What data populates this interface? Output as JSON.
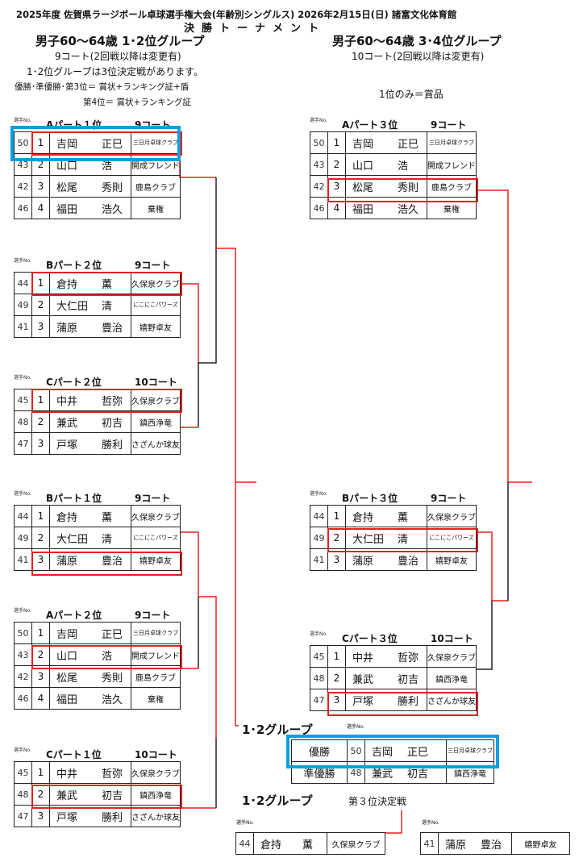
{
  "header": {
    "line1": "2025年度  佐賀県ラージボール卓球選手権大会(年齢別シングルス) 2026年2月15日(日)  諸富文化体育館",
    "title": "決勝トーナメント"
  },
  "left_group": {
    "title": "男子60〜64歳  1･2位グループ",
    "court": "9コート(2回戦以降は変更有)",
    "note": "1･2位グループは3位決定戦があります。",
    "prize1": "優勝･準優勝･第3位＝ 賞状+ランキング証+盾",
    "prize2": "第4位＝ 賞状+ランキング証"
  },
  "right_group": {
    "title": "男子60〜64歳  3･4位グループ",
    "court": "10コート(2回戦以降は変更有)",
    "prize": "1位のみ＝賞品"
  },
  "sel_label": "選手No.",
  "tables": [
    {
      "part": "Aパート１位",
      "court": "9コート",
      "rows": [
        [
          "50",
          "1",
          "吉岡",
          "正巳",
          "三日月卓球クラブ"
        ],
        [
          "43",
          "2",
          "山口",
          "浩",
          "開成フレンド"
        ],
        [
          "42",
          "3",
          "松尾",
          "秀則",
          "鹿島クラブ"
        ],
        [
          "46",
          "4",
          "福田",
          "浩久",
          "棄権"
        ]
      ]
    },
    {
      "part": "Bパート２位",
      "court": "9コート",
      "rows": [
        [
          "44",
          "1",
          "倉持",
          "薫",
          "久保泉クラブ"
        ],
        [
          "49",
          "2",
          "大仁田",
          "清",
          "にこにこパワーズ"
        ],
        [
          "41",
          "3",
          "蒲原",
          "豊治",
          "嬉野卓友"
        ]
      ]
    },
    {
      "part": "Cパート２位",
      "court": "10コート",
      "rows": [
        [
          "45",
          "1",
          "中井",
          "哲弥",
          "久保泉クラブ"
        ],
        [
          "48",
          "2",
          "兼武",
          "初吉",
          "鎮西浄竜"
        ],
        [
          "47",
          "3",
          "戸塚",
          "勝利",
          "さざんか球友"
        ]
      ]
    },
    {
      "part": "Bパート１位",
      "court": "9コート",
      "rows": [
        [
          "44",
          "1",
          "倉持",
          "薫",
          "久保泉クラブ"
        ],
        [
          "49",
          "2",
          "大仁田",
          "清",
          "にこにこパワーズ"
        ],
        [
          "41",
          "3",
          "蒲原",
          "豊治",
          "嬉野卓友"
        ]
      ]
    },
    {
      "part": "Aパート２位",
      "court": "9コート",
      "rows": [
        [
          "50",
          "1",
          "吉岡",
          "正巳",
          "三日月卓球クラブ"
        ],
        [
          "43",
          "2",
          "山口",
          "浩",
          "開成フレンド"
        ],
        [
          "42",
          "3",
          "松尾",
          "秀則",
          "鹿島クラブ"
        ],
        [
          "46",
          "4",
          "福田",
          "浩久",
          "棄権"
        ]
      ]
    },
    {
      "part": "Cパート１位",
      "court": "10コート",
      "rows": [
        [
          "45",
          "1",
          "中井",
          "哲弥",
          "久保泉クラブ"
        ],
        [
          "48",
          "2",
          "兼武",
          "初吉",
          "鎮西浄竜"
        ],
        [
          "47",
          "3",
          "戸塚",
          "勝利",
          "さざんか球友"
        ]
      ]
    },
    {
      "part": "Aパート３位",
      "court": "9コート",
      "rows": [
        [
          "50",
          "1",
          "吉岡",
          "正巳",
          "三日月卓球クラブ"
        ],
        [
          "43",
          "2",
          "山口",
          "浩",
          "開成フレンド"
        ],
        [
          "42",
          "3",
          "松尾",
          "秀則",
          "鹿島クラブ"
        ],
        [
          "46",
          "4",
          "福田",
          "浩久",
          "棄権"
        ]
      ]
    },
    {
      "part": "Bパート３位",
      "court": "9コート",
      "rows": [
        [
          "44",
          "1",
          "倉持",
          "薫",
          "久保泉クラブ"
        ],
        [
          "49",
          "2",
          "大仁田",
          "清",
          "にこにこパワーズ"
        ],
        [
          "41",
          "3",
          "蒲原",
          "豊治",
          "嬉野卓友"
        ]
      ]
    },
    {
      "part": "Cパート３位",
      "court": "10コート",
      "rows": [
        [
          "45",
          "1",
          "中井",
          "哲弥",
          "久保泉クラブ"
        ],
        [
          "48",
          "2",
          "兼武",
          "初吉",
          "鎮西浄竜"
        ],
        [
          "47",
          "3",
          "戸塚",
          "勝利",
          "さざんか球友"
        ]
      ]
    }
  ],
  "final": {
    "title": "1･2グループ",
    "rows": [
      [
        "優勝",
        "50",
        "吉岡",
        "正巳",
        "三日月卓球クラブ"
      ],
      [
        "準優勝",
        "48",
        "兼武",
        "初吉",
        "鎮西浄竜"
      ]
    ]
  },
  "third": {
    "title": "1･2グループ",
    "subtitle": "第３位決定戦",
    "left": [
      "44",
      "倉持",
      "薫",
      "久保泉クラブ"
    ],
    "right": [
      "41",
      "蒲原",
      "豊治",
      "嬉野卓友"
    ]
  },
  "colors": {
    "line": "#e62020",
    "highlight": "#0aa0e0"
  }
}
